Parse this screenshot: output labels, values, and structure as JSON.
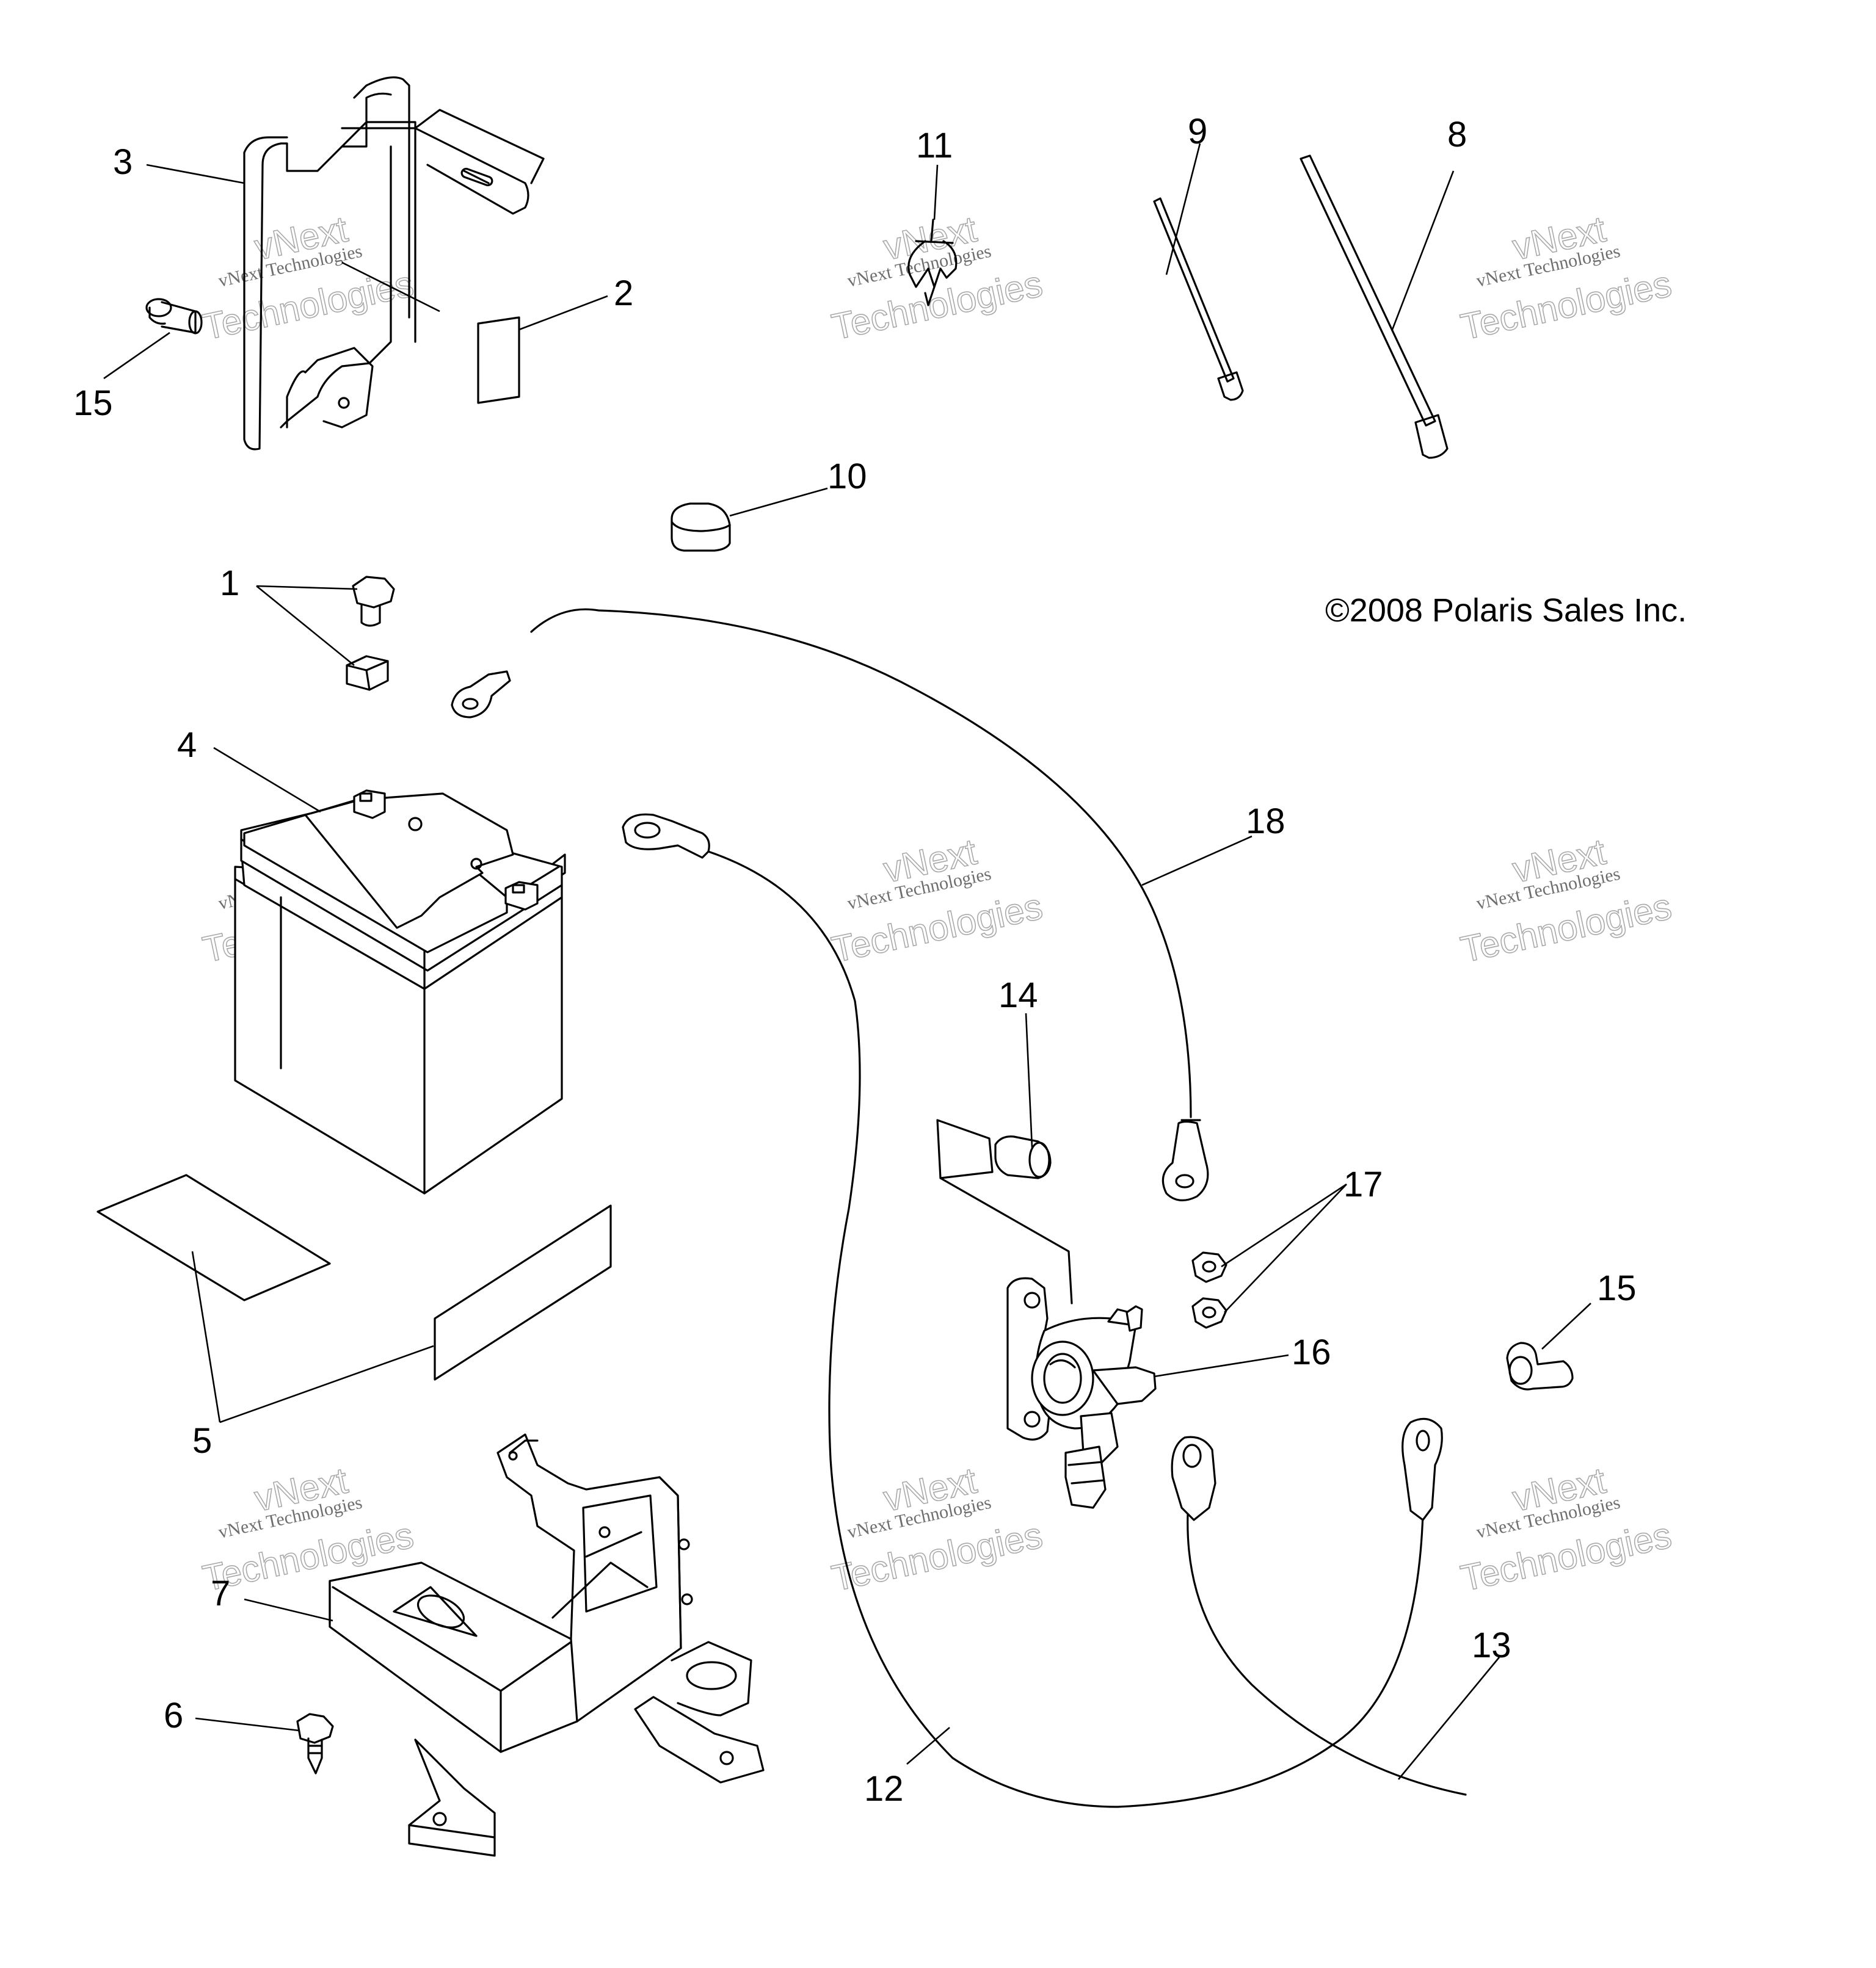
{
  "copyright": "©2008 Polaris Sales Inc.",
  "watermark": {
    "line1": "vNext Technologies",
    "outline_line1": "vNext",
    "outline_line2": "Technologies"
  },
  "callouts": {
    "c1": "1",
    "c2": "2",
    "c3": "3",
    "c4": "4",
    "c5": "5",
    "c6": "6",
    "c7": "7",
    "c8": "8",
    "c9": "9",
    "c10": "10",
    "c11": "11",
    "c12": "12",
    "c13": "13",
    "c14": "14",
    "c15a": "15",
    "c15b": "15",
    "c16": "16",
    "c17": "17",
    "c18": "18"
  },
  "colors": {
    "line": "#000000",
    "watermark": "#8d8d8d",
    "background": "#ffffff"
  }
}
